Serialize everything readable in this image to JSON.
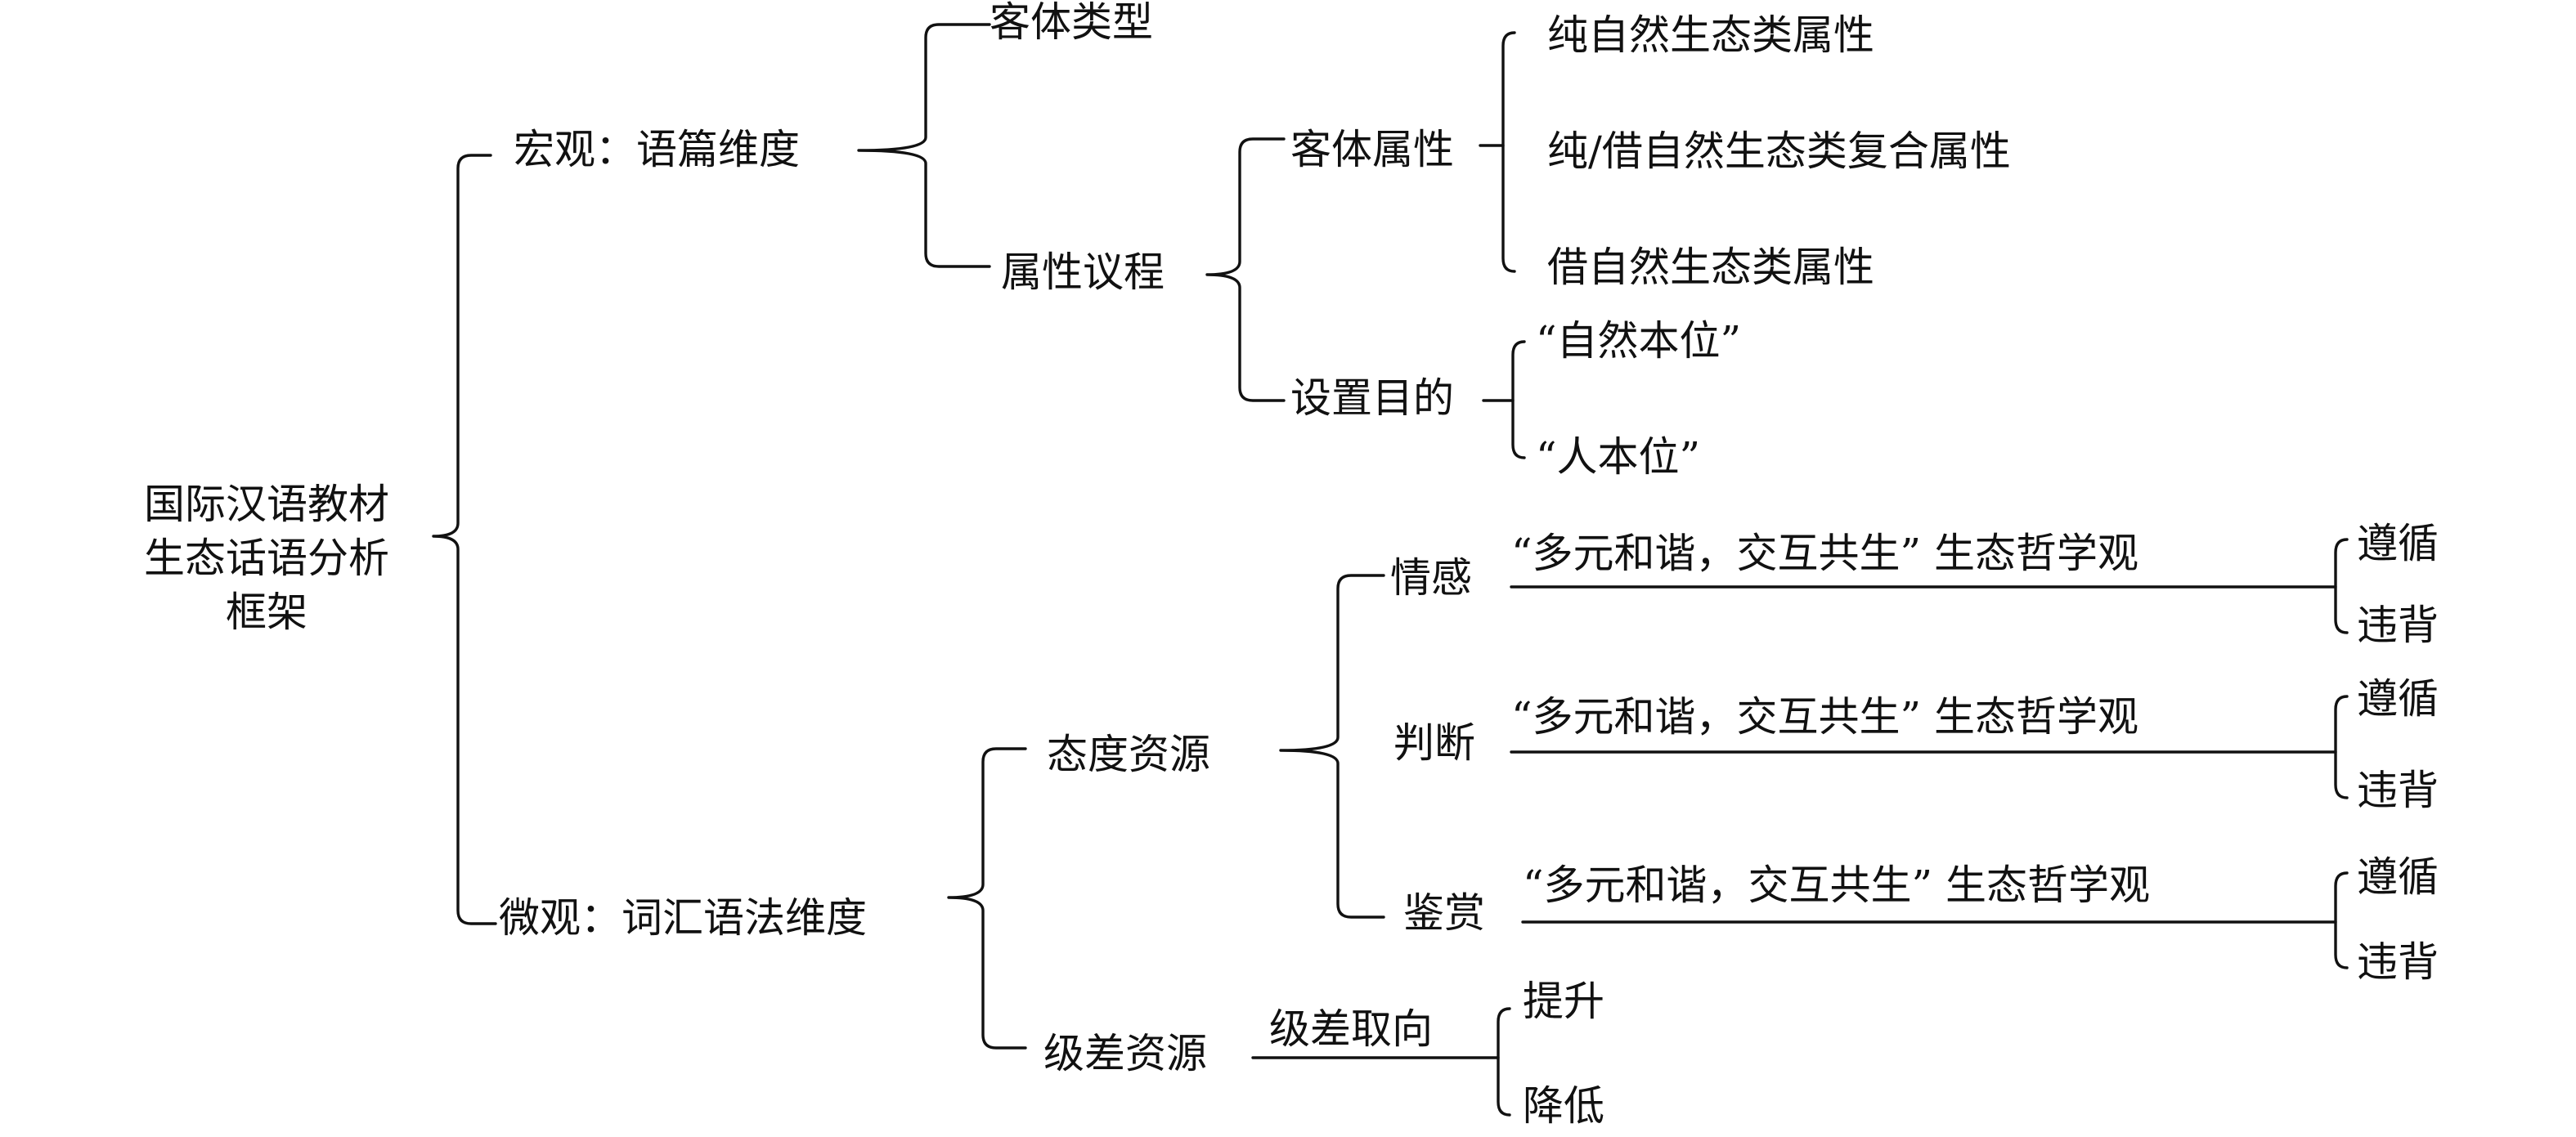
{
  "root": {
    "line1": "国际汉语教材",
    "line2": "生态话语分析",
    "line3": "框架"
  },
  "macro": {
    "label": "宏观：语篇维度",
    "object_type": "客体类型",
    "attribute_agenda": {
      "label": "属性议程",
      "object_attribute": {
        "label": "客体属性",
        "pure_natural": "纯自然生态类属性",
        "compound": "纯/借自然生态类复合属性",
        "borrowed_natural": "借自然生态类属性"
      },
      "purpose": {
        "label": "设置目的",
        "nature_centered": "“自然本位”",
        "human_centered": "“人本位”"
      }
    }
  },
  "micro": {
    "label": "微观：词汇语法维度",
    "attitude": {
      "label": "态度资源",
      "affect": {
        "label": "情感",
        "philosophy": "“多元和谐，交互共生” 生态哲学观",
        "follow": "遵循",
        "violate": "违背"
      },
      "judgement": {
        "label": "判断",
        "philosophy": "“多元和谐，交互共生” 生态哲学观",
        "follow": "遵循",
        "violate": "违背"
      },
      "appreciation": {
        "label": "鉴赏",
        "philosophy": "“多元和谐，交互共生” 生态哲学观",
        "follow": "遵循",
        "violate": "违背"
      }
    },
    "graduation": {
      "label": "级差资源",
      "orientation": "级差取向",
      "raise": "提升",
      "lower": "降低"
    }
  }
}
